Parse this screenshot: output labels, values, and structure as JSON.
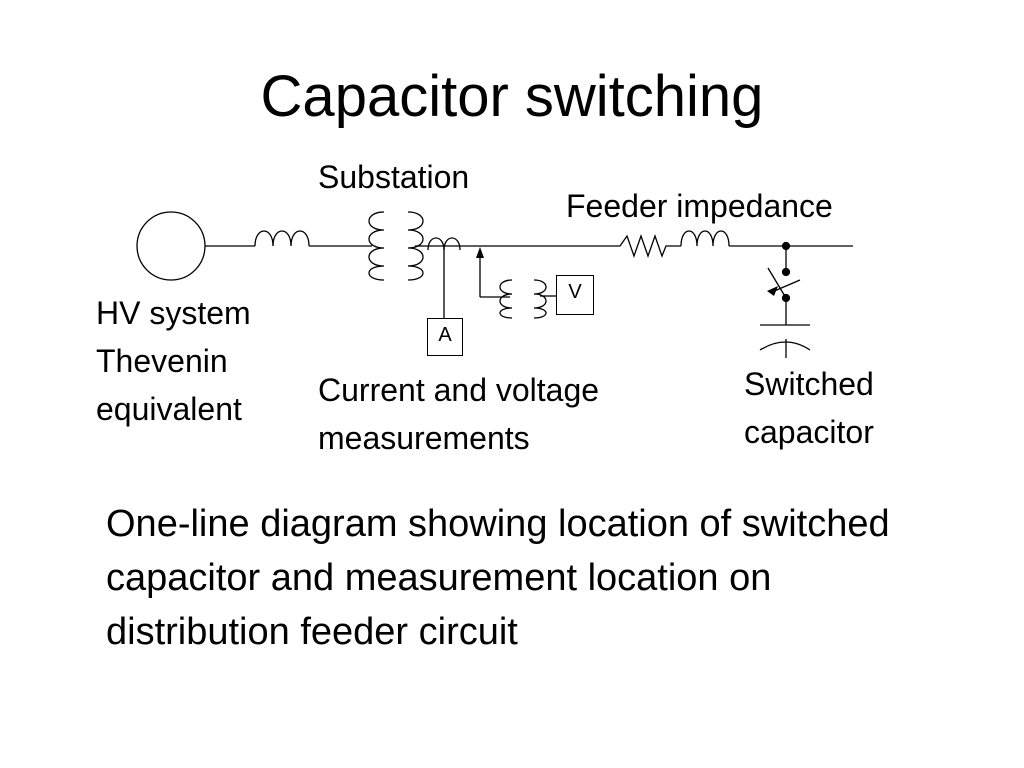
{
  "slide": {
    "title": "Capacitor switching",
    "caption": "One-line diagram showing location of switched capacitor and measurement location on distribution feeder circuit"
  },
  "diagram": {
    "labels": {
      "substation": "Substation",
      "feeder_impedance": "Feeder impedance",
      "hv_system_line1": "HV system",
      "hv_system_line2": "Thevenin",
      "hv_system_line3": "equivalent",
      "measurements_line1": "Current and voltage",
      "measurements_line2": "measurements",
      "capacitor_line1": "Switched",
      "capacitor_line2": "capacitor"
    },
    "meters": {
      "voltmeter": "V",
      "ammeter": "A"
    },
    "line_color": "#000000"
  }
}
